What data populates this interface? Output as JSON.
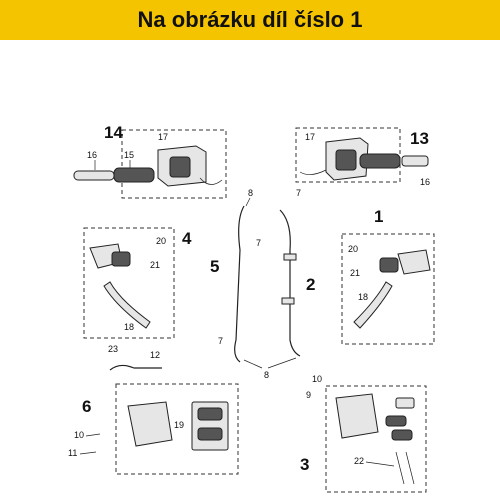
{
  "banner": {
    "text": "Na obrázku díl číslo 1"
  },
  "labels": {
    "n1": "1",
    "n2": "2",
    "n3": "3",
    "n4": "4",
    "n5": "5",
    "n6": "6",
    "n7a": "7",
    "n7b": "7",
    "n7c": "7",
    "n8a": "8",
    "n8b": "8",
    "n9": "9",
    "n10a": "10",
    "n10b": "10",
    "n11": "11",
    "n12": "12",
    "n13": "13",
    "n14": "14",
    "n15": "15",
    "n16a": "16",
    "n16b": "16",
    "n17a": "17",
    "n17b": "17",
    "n18a": "18",
    "n18b": "18",
    "n19": "19",
    "n20a": "20",
    "n20b": "20",
    "n21a": "21",
    "n21b": "21",
    "n22": "22",
    "n23": "23"
  },
  "colors": {
    "banner": "#f5c400",
    "ink": "#111111"
  }
}
